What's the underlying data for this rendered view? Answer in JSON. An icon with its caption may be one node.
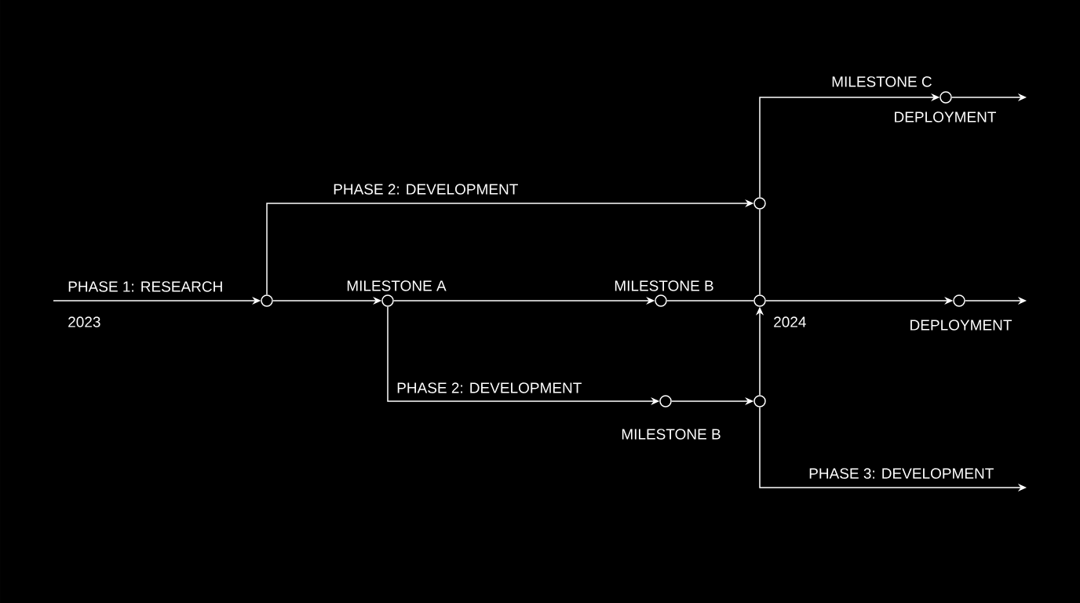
{
  "diagram": {
    "nodes": [
      {
        "text": [],
        "shape": "circle"
      },
      {
        "text": [],
        "shape": "circle",
        "beside": [
          "MILESTONE A"
        ]
      },
      {
        "text": [],
        "shape": "circle",
        "beside": [
          "MILESTONE B"
        ]
      },
      {
        "text": [],
        "shape": "circle",
        "beside": [
          "2024"
        ]
      },
      {
        "text": [],
        "shape": "circle",
        "beside": [
          "DEPLOYMENT"
        ]
      },
      {
        "text": [],
        "shape": "circle"
      },
      {
        "text": [],
        "shape": "circle",
        "beside": [
          "DEPLOYMENT"
        ]
      },
      {
        "text": [],
        "shape": "circle",
        "beside": [
          "MILESTONE B"
        ]
      },
      {
        "text": [],
        "shape": "circle"
      }
    ],
    "edges": [
      {
        "from": null,
        "to": 0,
        "arrow": "to",
        "label": "PHASE 1: RESEARCH"
      },
      {
        "from": 0,
        "to": 1,
        "arrow": "to"
      },
      {
        "from": 1,
        "to": 2,
        "arrow": "to"
      },
      {
        "from": 2,
        "to": 3,
        "arrow": "none"
      },
      {
        "from": 3,
        "to": 4,
        "arrow": "to"
      },
      {
        "from": 4,
        "to": null,
        "arrow": "to"
      },
      {
        "from": 0,
        "to": 5,
        "arrow": "to",
        "label": "PHASE 2: DEVELOPMENT"
      },
      {
        "from": 5,
        "to": 3,
        "arrow": "none"
      },
      {
        "from": 5,
        "to": 6,
        "arrow": "to",
        "label": "MILESTONE C"
      },
      {
        "from": 6,
        "to": null,
        "arrow": "to"
      },
      {
        "from": 1,
        "to": 7,
        "arrow": "to",
        "label": "PHASE 2: DEVELOPMENT"
      },
      {
        "from": 7,
        "to": 8,
        "arrow": "to"
      },
      {
        "from": 8,
        "to": 3,
        "arrow": "to"
      },
      {
        "from": 8,
        "to": null,
        "arrow": "to",
        "label": "PHASE 3: DEVELOPMENT"
      }
    ],
    "labels": [
      "2023"
    ]
  }
}
